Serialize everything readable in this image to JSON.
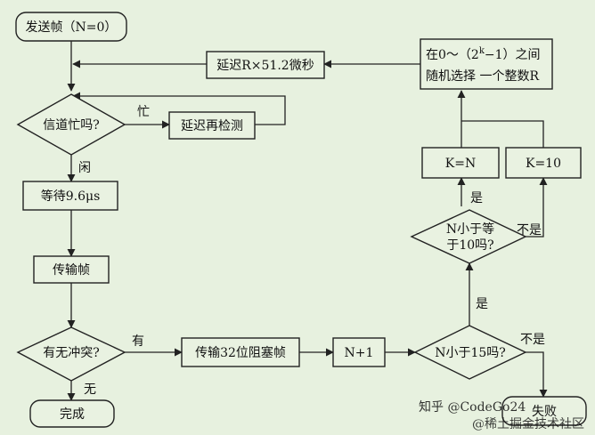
{
  "nodes": {
    "start": "发送帧（N=0）",
    "channel_busy": "信道忙吗?",
    "delay_recheck": "延迟再检测",
    "wait": "等待9.6μs",
    "transmit": "传输帧",
    "collision": "有无冲突?",
    "jam": "传输32位阻塞帧",
    "increment": "N+1",
    "n_less_15": "N小于15吗?",
    "n_le_10_line1": "N小于等",
    "n_le_10_line2": "于10吗?",
    "k_eq_n": "K=N",
    "k_eq_10": "K=10",
    "random_line1_a": "在0～（2",
    "random_line1_sup": "k",
    "random_line1_b": "−1）之间",
    "random_line2": "随机选择  一个整数R",
    "delay_r": "延迟R×51.2微秒",
    "done": "完成",
    "fail": "失败"
  },
  "edges": {
    "busy": "忙",
    "idle": "闲",
    "has": "有",
    "none": "无",
    "yes_15": "是",
    "no_15": "不是",
    "yes_10": "是",
    "no_10": "不是"
  },
  "watermark": {
    "line1": "知乎 @CodeGo24",
    "line2": "@稀土掘金技术社区"
  }
}
